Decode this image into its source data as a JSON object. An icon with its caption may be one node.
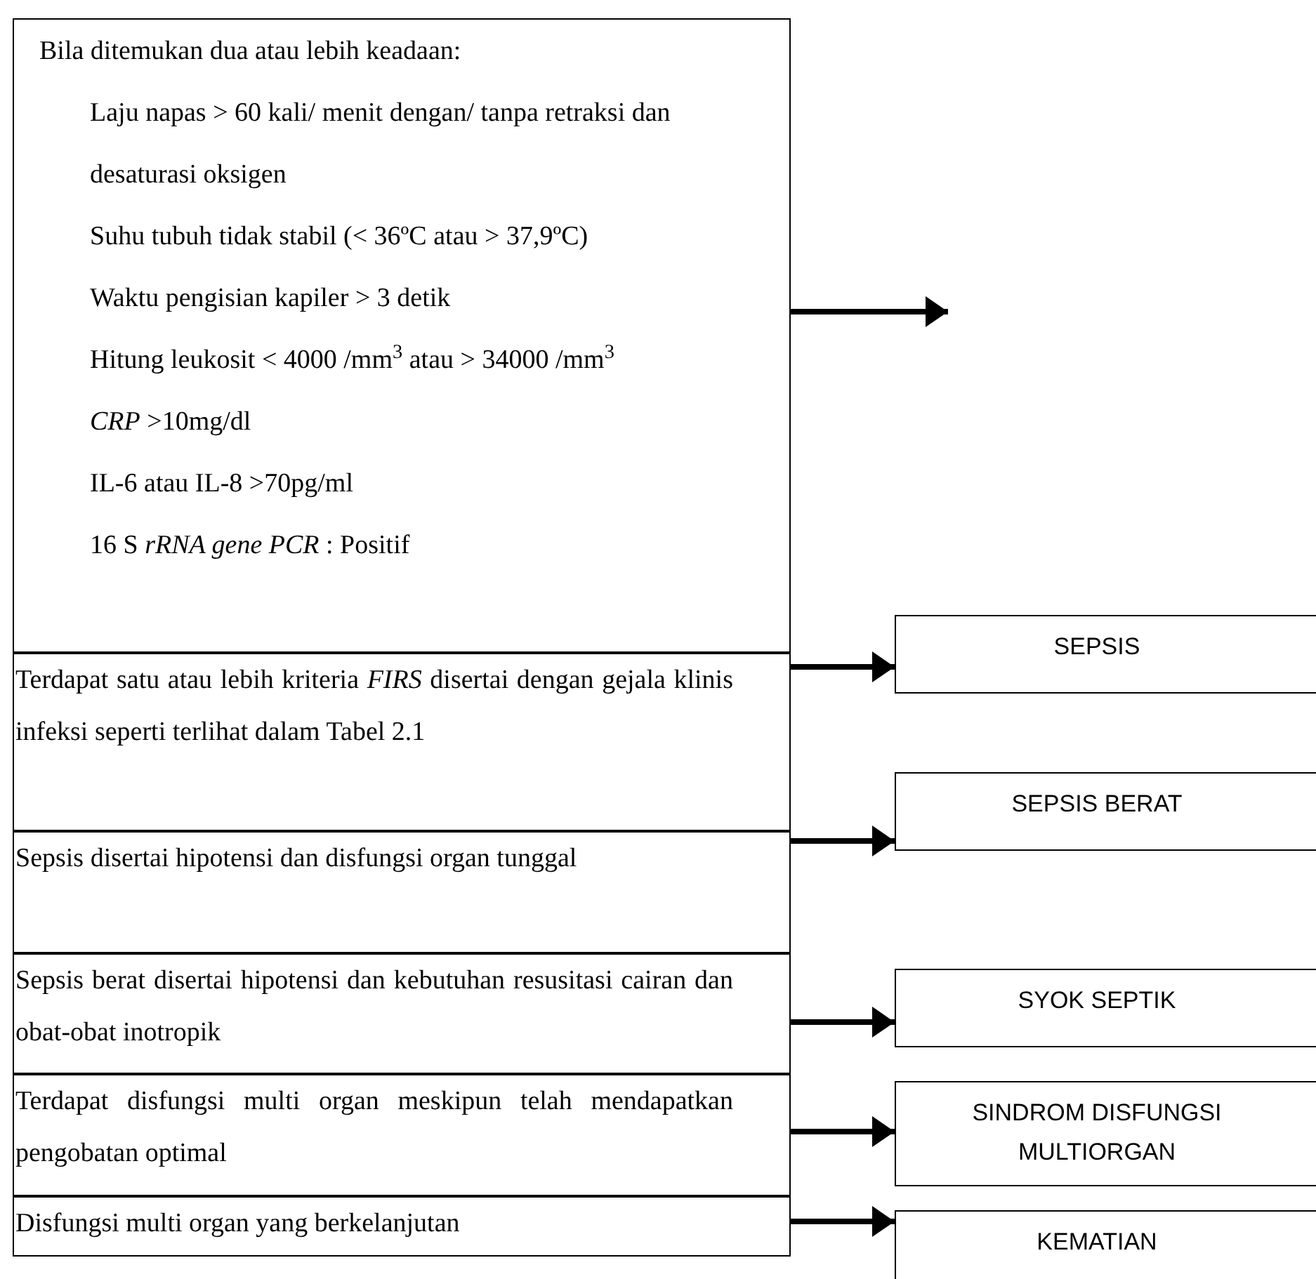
{
  "diagram": {
    "nodes": [
      {
        "text": [
          "Bila ditemukan dua atau lebih keadaan:",
          "Laju napas > 60 kali/ menit dengan/ tanpa retraksi dan desaturasi oksigen",
          "Suhu tubuh tidak stabil (< 36ºC atau > 37,9ºC)",
          "Waktu pengisian kapiler > 3 detik",
          "Hitung leukosit < 4000 /mm$^{3}$ atau > 34000 /mm$^{3}$",
          "*CRP* >10mg/dl",
          "IL-6 atau IL-8 >70pg/ml",
          "16 S *rRNA gene PCR* : Positif"
        ]
      },
      {
        "text": [
          "Terdapat satu atau lebih kriteria *FIRS* disertai dengan gejala klinis infeksi seperti terlihat dalam Tabel 2.1"
        ]
      },
      {
        "text": [
          "Sepsis disertai hipotensi dan disfungsi organ tunggal"
        ]
      },
      {
        "text": [
          "Sepsis berat disertai hipotensi dan kebutuhan resusitasi cairan dan obat-obat inotropik"
        ]
      },
      {
        "text": [
          "Terdapat disfungsi multi organ meskipun telah mendapatkan pengobatan optimal"
        ]
      },
      {
        "text": [
          "Disfungsi multi organ yang berkelanjutan"
        ]
      },
      {
        "text": [
          "SEPSIS"
        ]
      },
      {
        "text": [
          "SEPSIS BERAT"
        ]
      },
      {
        "text": [
          "SYOK SEPTIK"
        ]
      },
      {
        "text": [
          "SINDROM DISFUNGSI MULTIORGAN"
        ]
      },
      {
        "text": [
          "KEMATIAN"
        ]
      }
    ],
    "edges": [
      {
        "from": 0,
        "to": null,
        "arrow": "to"
      },
      {
        "from": 1,
        "to": 6,
        "arrow": "to"
      },
      {
        "from": 2,
        "to": 7,
        "arrow": "to"
      },
      {
        "from": 3,
        "to": 8,
        "arrow": "to"
      },
      {
        "from": 4,
        "to": 9,
        "arrow": "to"
      },
      {
        "from": 5,
        "to": 10,
        "arrow": "to"
      }
    ]
  }
}
